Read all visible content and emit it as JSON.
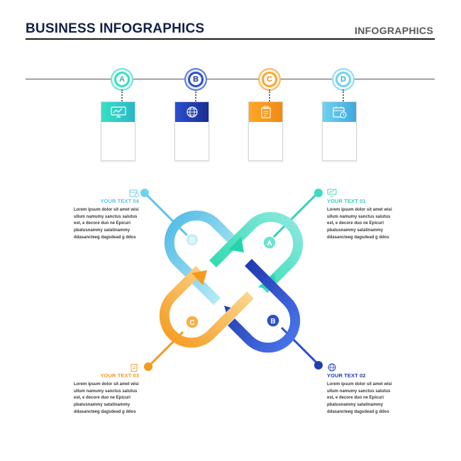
{
  "header": {
    "title": "BUSINESS INFOGRAPHICS",
    "subtitle": "INFOGRAPHICS"
  },
  "colors": {
    "teal": "#2fd3b5",
    "blue": "#1f3fb5",
    "orange": "#f59a1f",
    "sky": "#5bc6ea"
  },
  "timeline": [
    {
      "letter": "A",
      "icon": "monitor-chart-icon"
    },
    {
      "letter": "B",
      "icon": "globe-icon"
    },
    {
      "letter": "C",
      "icon": "clipboard-icon"
    },
    {
      "letter": "D",
      "icon": "calendar-icon"
    }
  ],
  "diagram": {
    "labels": [
      "A",
      "B",
      "C",
      "D"
    ]
  },
  "blocks": {
    "text01": {
      "heading": "YOUR TEXT 01",
      "body": "Lorem ipsum dolor sit amet wisi ullum namumy sanctus salutus est, e decore duo ne Epicuri pbatusnammy satatinammy ddasancteeg dagsdead g ddos"
    },
    "text02": {
      "heading": "YOUR TEXT 02",
      "body": "Lorem ipsum dolor sit amet wisi ullum namumy sanctus salutus est, e decore duo ne Epicuri pbatusnammy satatinammy ddasancteeg dagsdead g ddos"
    },
    "text03": {
      "heading": "YOUR TEXT 03",
      "body": "Lorem ipsum dolor sit amet wisi ullum namumy sanctus salutus est, e decore duo ne Epicuri pbatusnammy satatinammy ddasancteeg dagsdead g ddos"
    },
    "text04": {
      "heading": "YOUR TEXT 04",
      "body": "Lorem ipsum dolor sit amet wisi ullum namumy sanctus salutus est, e decore duo ne Epicuri pbatusnammy satatinammy ddasancteeg dagsdead g ddos"
    }
  }
}
